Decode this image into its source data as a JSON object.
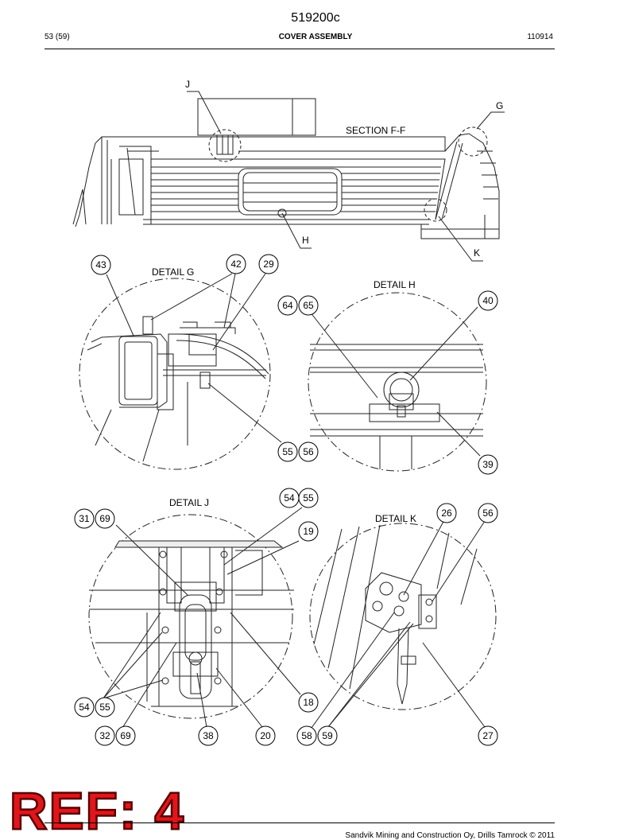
{
  "header": {
    "doc_number": "519200c",
    "page": "53 (59)",
    "title": "COVER ASSEMBLY",
    "code": "110914"
  },
  "section": {
    "title": "SECTION F-F",
    "callouts": [
      "J",
      "G",
      "H",
      "K"
    ]
  },
  "details": {
    "g": {
      "title": "DETAIL G",
      "parts": [
        "43",
        "42",
        "29",
        "55",
        "56"
      ]
    },
    "h": {
      "title": "DETAIL H",
      "parts": [
        "64",
        "65",
        "40",
        "39"
      ]
    },
    "j": {
      "title": "DETAIL J",
      "parts": [
        "54",
        "55",
        "31",
        "69",
        "19",
        "18",
        "54",
        "55",
        "32",
        "69",
        "38",
        "20"
      ]
    },
    "k": {
      "title": "DETAIL K",
      "parts": [
        "26",
        "56",
        "58",
        "59",
        "27"
      ]
    }
  },
  "stamp": {
    "text": "REF: 4"
  },
  "footer": {
    "copyright": "Sandvik Mining and Construction Oy, Drills Tamrock © 2011"
  }
}
